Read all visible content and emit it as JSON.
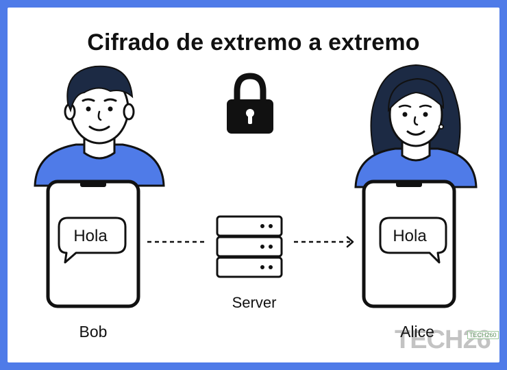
{
  "title": "Cifrado de extremo a extremo",
  "sender": {
    "name": "Bob",
    "message": "Hola"
  },
  "recipient": {
    "name": "Alice",
    "message": "Hola"
  },
  "server": {
    "label": "Server"
  },
  "watermark": {
    "brand": "TECH26",
    "badge": "TECH260"
  },
  "colors": {
    "background": "#4f7be8",
    "shirt": "#4f7be8",
    "outline": "#111111",
    "skin": "#ffffff",
    "hair": "#1c2a44",
    "lock": "#111111"
  },
  "icons": [
    "person-bob-icon",
    "person-alice-icon",
    "lock-icon",
    "server-icon",
    "phone-icon",
    "chat-bubble-icon",
    "arrow-right-icon"
  ]
}
